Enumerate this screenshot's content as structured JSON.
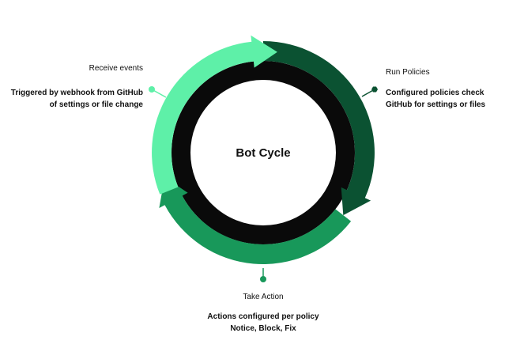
{
  "diagram": {
    "center_title": "Bot Cycle",
    "stages": [
      {
        "title": "Receive events",
        "description_lines": [
          "Triggered by webhook from GitHub",
          "of settings or file change"
        ],
        "color": "#5ef0a8"
      },
      {
        "title": "Run Policies",
        "description_lines": [
          "Configured policies check",
          "GitHub for settings or files"
        ],
        "color": "#0b5232"
      },
      {
        "title": "Take Action",
        "description_lines": [
          "Actions configured per policy",
          "Notice, Block, Fix"
        ],
        "color": "#18985a"
      }
    ],
    "inner_ring_color": "#0a0a0a",
    "connector_dot_colors": [
      "#5ef0a8",
      "#0b5232",
      "#18985a"
    ]
  }
}
